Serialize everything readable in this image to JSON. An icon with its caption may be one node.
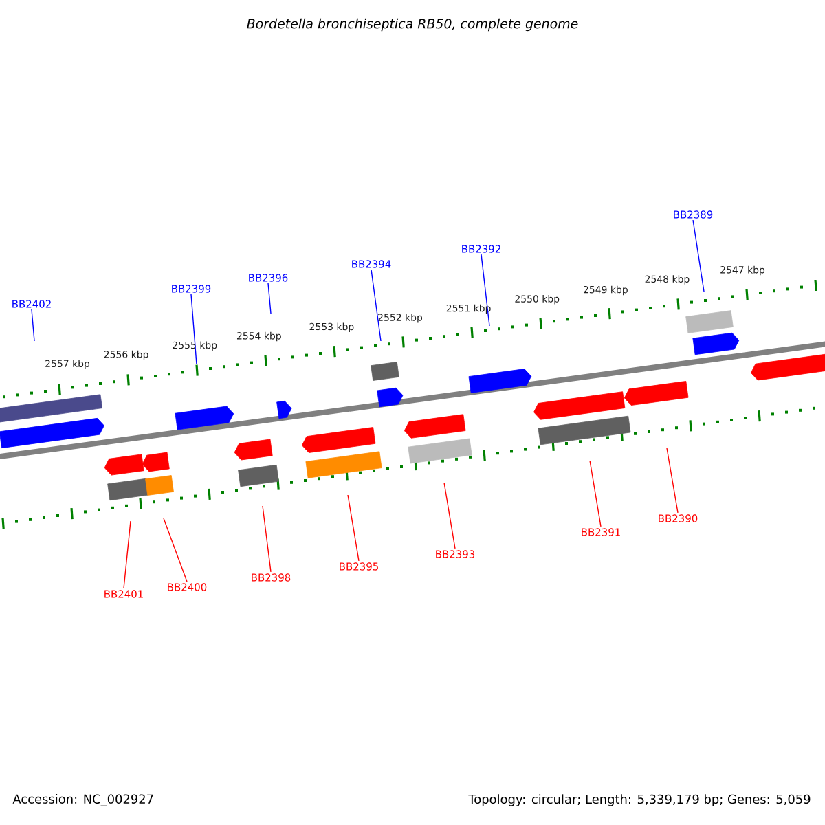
{
  "diagram": {
    "title": "Bordetella bronchiseptica RB50, complete genome",
    "nodes": [
      {
        "text": [
          "BB2402"
        ]
      },
      {
        "text": [
          "BB2399"
        ]
      },
      {
        "text": [
          "BB2396"
        ]
      },
      {
        "text": [
          "BB2394"
        ]
      },
      {
        "text": [
          "BB2392"
        ]
      },
      {
        "text": [
          "BB2389"
        ]
      },
      {
        "text": [
          "BB2401"
        ]
      },
      {
        "text": [
          "BB2400"
        ]
      },
      {
        "text": [
          "BB2398"
        ]
      },
      {
        "text": [
          "BB2395"
        ]
      },
      {
        "text": [
          "BB2393"
        ]
      },
      {
        "text": [
          "BB2391"
        ]
      },
      {
        "text": [
          "BB2390"
        ]
      },
      {
        "text": [],
        "shape": "bar"
      },
      {
        "text": [],
        "shape": "arrow"
      },
      {
        "text": [],
        "shape": "arrow"
      },
      {
        "text": [],
        "shape": "arrow"
      },
      {
        "text": [],
        "shape": "bar"
      },
      {
        "text": [],
        "shape": "arrow"
      },
      {
        "text": [],
        "shape": "arrow"
      },
      {
        "text": [],
        "shape": "bar"
      },
      {
        "text": [],
        "shape": "arrow"
      },
      {
        "text": [],
        "shape": "arrow"
      },
      {
        "text": [],
        "shape": "arrow"
      },
      {
        "text": [],
        "shape": "bar"
      },
      {
        "text": [],
        "shape": "bar"
      },
      {
        "text": [],
        "shape": "arrow"
      },
      {
        "text": [],
        "shape": "bar"
      },
      {
        "text": [],
        "shape": "arrow"
      },
      {
        "text": [],
        "shape": "bar"
      },
      {
        "text": [],
        "shape": "arrow"
      },
      {
        "text": [],
        "shape": "bar"
      },
      {
        "text": [],
        "shape": "arrow"
      },
      {
        "text": [],
        "shape": "bar"
      },
      {
        "text": [],
        "shape": "arrow"
      },
      {
        "text": [],
        "shape": "arrow"
      }
    ],
    "edges": [
      {
        "from": 0,
        "to": null,
        "arrow": "none",
        "color": "#0000ff"
      },
      {
        "from": 1,
        "to": null,
        "arrow": "none",
        "color": "#0000ff"
      },
      {
        "from": 2,
        "to": null,
        "arrow": "none",
        "color": "#0000ff"
      },
      {
        "from": 3,
        "to": null,
        "arrow": "none",
        "color": "#0000ff"
      },
      {
        "from": 4,
        "to": null,
        "arrow": "none",
        "color": "#0000ff"
      },
      {
        "from": 5,
        "to": null,
        "arrow": "none",
        "color": "#0000ff"
      },
      {
        "from": 6,
        "to": null,
        "arrow": "none"
      },
      {
        "from": 7,
        "to": null,
        "arrow": "none"
      },
      {
        "from": 8,
        "to": null,
        "arrow": "none"
      },
      {
        "from": 9,
        "to": null,
        "arrow": "none"
      },
      {
        "from": 10,
        "to": null,
        "arrow": "none"
      },
      {
        "from": 11,
        "to": null,
        "arrow": "none"
      },
      {
        "from": 12,
        "to": null,
        "arrow": "none"
      }
    ],
    "labels": [
      "2557 kbp",
      "2556 kbp",
      "2555 kbp",
      "2554 kbp",
      "2553 kbp",
      "2552 kbp",
      "2551 kbp",
      "2550 kbp",
      "2549 kbp",
      "2548 kbp",
      "2547 kbp",
      "Accession: NC_002927",
      "Topology: circular; Length: 5,339,179 bp; Genes: 5,059"
    ]
  }
}
